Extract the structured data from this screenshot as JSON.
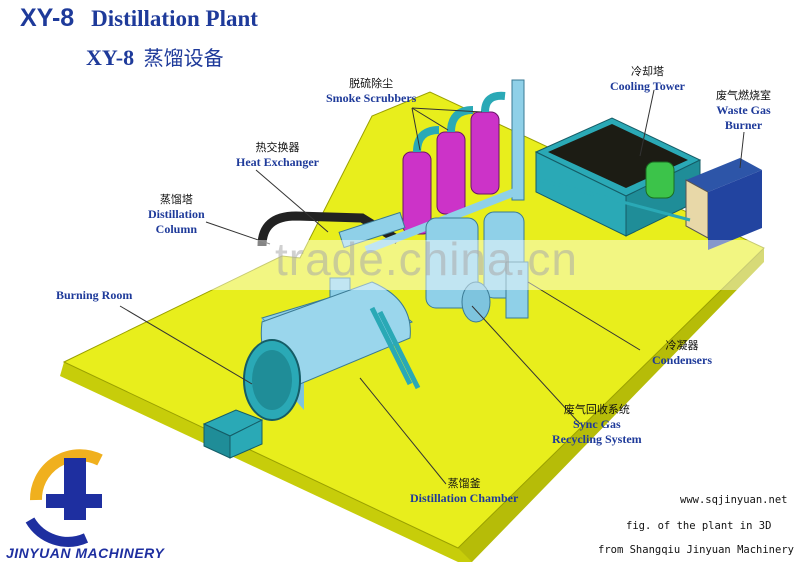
{
  "title": {
    "code": "XY-8",
    "name": "Distillation Plant",
    "cn_code": "XY-8",
    "cn_name": "蒸馏设备"
  },
  "labels": {
    "smoke_scrubbers": {
      "cn": "脱硫除尘",
      "en": "Smoke Scrubbers"
    },
    "cooling_tower": {
      "cn": "冷却塔",
      "en": "Cooling Tower"
    },
    "waste_gas_burner": {
      "cn": "废气燃烧室",
      "en1": "Waste Gas",
      "en2": "Burner"
    },
    "heat_exchanger": {
      "cn": "热交换器",
      "en": "Heat Exchanger"
    },
    "distillation_column": {
      "cn": "蒸馏塔",
      "en1": "Distillation",
      "en2": "Column"
    },
    "burning_room": {
      "en": "Burning Room"
    },
    "condensers": {
      "cn": "冷凝器",
      "en": "Condensers"
    },
    "sync_gas": {
      "cn": "废气回收系统",
      "en1": "Sync Gas",
      "en2": "Recycling System"
    },
    "distillation_chamber": {
      "cn": "蒸馏釜",
      "en": "Distillation Chamber"
    }
  },
  "watermark": "trade.china.cn",
  "footer": {
    "website": "www.sqjinyuan.net",
    "caption1": "fig. of the plant in 3D",
    "caption2": "from Shangqiu Jinyuan Machinery"
  },
  "brand": "JINYUAN MACHINERY",
  "colors": {
    "platform": "#e8ee1c",
    "platform_side": "#c7cd0a",
    "vessel": "#8fd0e8",
    "scrubber": "#cc33c8",
    "tower": "#2aa9b6",
    "title": "#1e3a9a"
  }
}
